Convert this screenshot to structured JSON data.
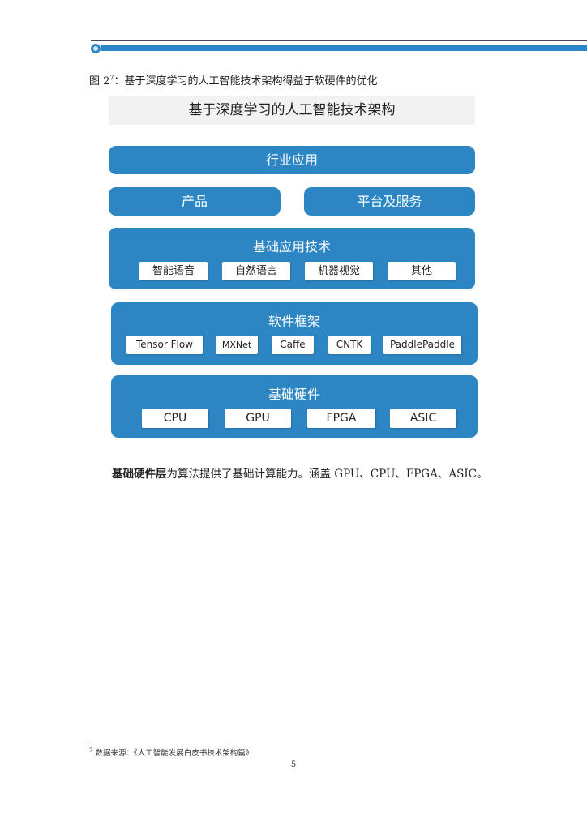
{
  "header": {
    "brand_color": "#2d86c4"
  },
  "figure": {
    "caption_prefix": "图 2",
    "caption_sup": "7",
    "caption_text": "：基于深度学习的人工智能技术架构得益于软硬件的优化",
    "diagram_title": "基于深度学习的人工智能技术架构",
    "layers": {
      "industry_app": "行业应用",
      "product": "产品",
      "platform": "平台及服务",
      "basic_app_tech": {
        "title": "基础应用技术",
        "items": [
          "智能语音",
          "自然语言",
          "机器视觉",
          "其他"
        ]
      },
      "software_framework": {
        "title": "软件框架",
        "items": [
          "Tensor Flow",
          "MXNet",
          "Caffe",
          "CNTK",
          "PaddlePaddle"
        ]
      },
      "basic_hardware": {
        "title": "基础硬件",
        "items": [
          "CPU",
          "GPU",
          "FPGA",
          "ASIC"
        ]
      }
    }
  },
  "body": {
    "bold_lead": "基础硬件层",
    "text": "为算法提供了基础计算能力。涵盖 GPU、CPU、FPGA、ASIC。"
  },
  "footnote": {
    "marker": "7",
    "text": "数据来源：《人工智能发展白皮书技术架构篇》"
  },
  "page_number": "5"
}
